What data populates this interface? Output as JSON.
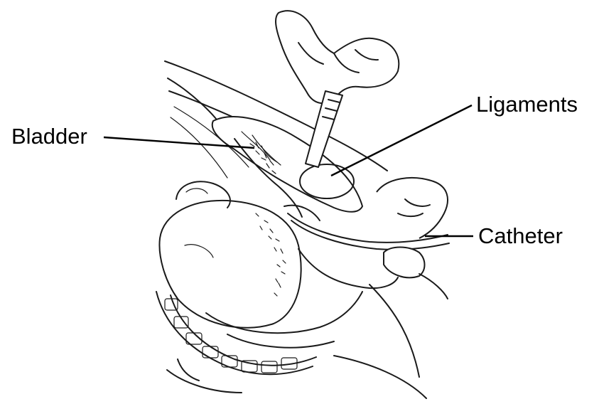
{
  "labels": {
    "bladder": "Bladder",
    "ligaments": "Ligaments",
    "catheter": "Catheter"
  },
  "colors": {
    "ink": "#1a1a1a",
    "background": "#ffffff",
    "label_text": "#000000"
  }
}
